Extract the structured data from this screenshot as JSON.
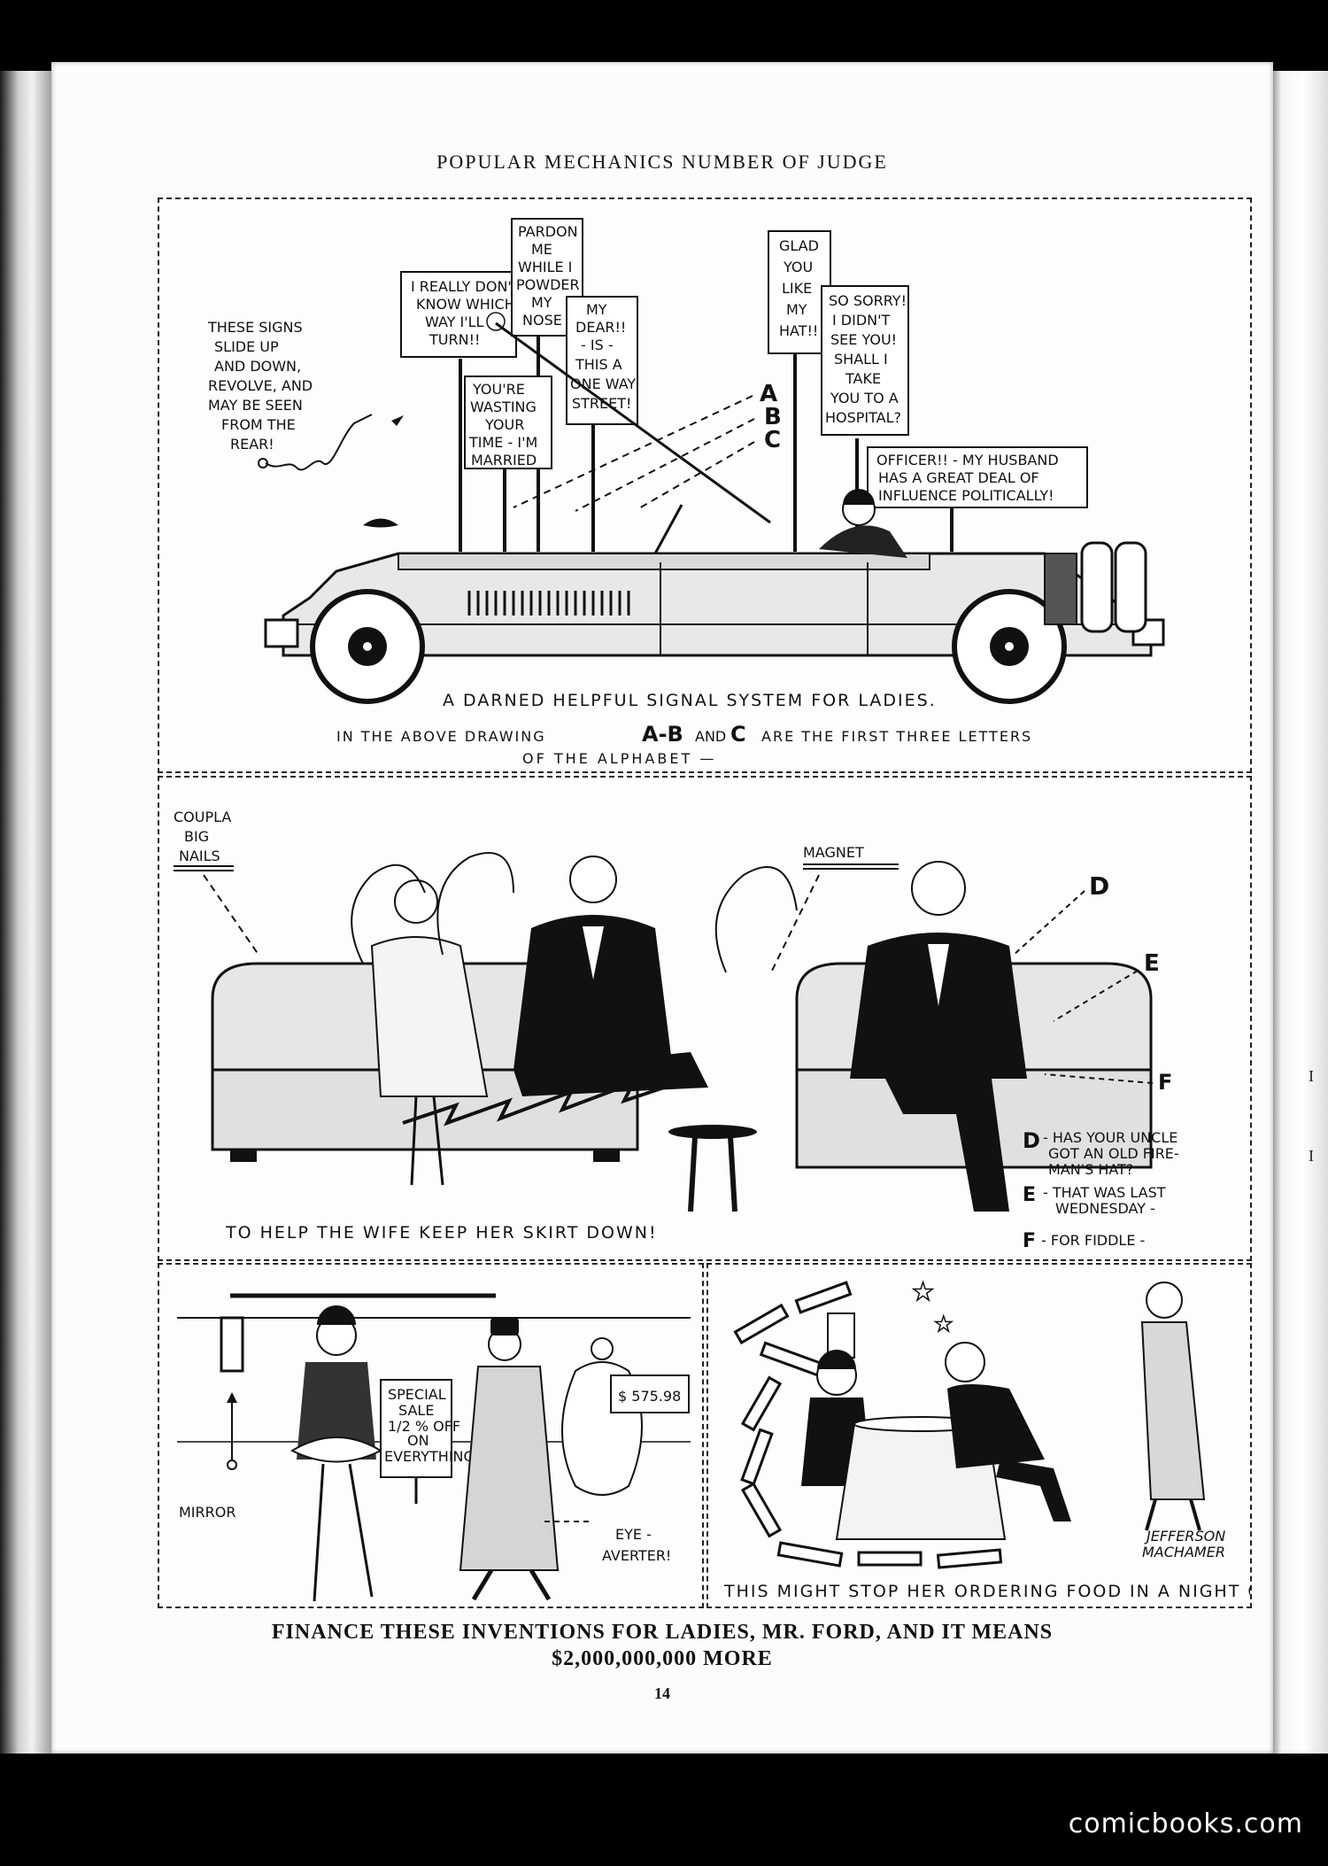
{
  "running_head": "POPULAR MECHANICS NUMBER OF JUDGE",
  "panel1": {
    "signs": [
      [
        "I REALLY DON'T",
        "KNOW WHICH",
        "WAY I'LL",
        "TURN!!"
      ],
      [
        "PARDON",
        "ME",
        "WHILE I",
        "POWDER",
        "MY",
        "NOSE"
      ],
      [
        "MY",
        "DEAR!!",
        "- IS -",
        "THIS A",
        "ONE WAY",
        "STREET!"
      ],
      [
        "YOU'RE",
        "WASTING",
        "YOUR",
        "TIME - I'M",
        "MARRIED"
      ],
      [
        "GLAD",
        "YOU",
        "LIKE",
        "MY",
        "HAT!!"
      ],
      [
        "SO SORRY!",
        "I DIDN'T",
        "SEE YOU!",
        "SHALL I",
        "TAKE",
        "YOU TO A",
        "HOSPITAL?"
      ],
      [
        "OFFICER!! - MY HUSBAND",
        "HAS A GREAT DEAL OF",
        "INFLUENCE POLITICALLY!"
      ]
    ],
    "side_note": [
      "THESE SIGNS",
      "SLIDE UP",
      "AND DOWN,",
      "REVOLVE, AND",
      "MAY BE SEEN",
      "FROM THE",
      "REAR!"
    ],
    "letters": [
      "A",
      "B",
      "C"
    ],
    "caption": "A DARNED HELPFUL SIGNAL SYSTEM FOR LADIES.",
    "sub_caption_1_a": "IN THE ABOVE DRAWING",
    "sub_caption_1_b": "A-B",
    "sub_caption_1_c": "AND",
    "sub_caption_1_d": "C",
    "sub_caption_1_e": "ARE THE FIRST THREE LETTERS",
    "sub_caption_2": "OF THE ALPHABET —"
  },
  "panel2": {
    "label_nails": [
      "COUPLA",
      "BIG",
      "NAILS"
    ],
    "label_magnet": "MAGNET",
    "label_d": "D",
    "label_e": "E",
    "label_f": "F",
    "legend": [
      [
        "D",
        "- HAS YOUR UNCLE",
        "GOT AN OLD FIRE-",
        "MAN'S HAT?"
      ],
      [
        "E",
        "- THAT WAS LAST",
        "WEDNESDAY -"
      ],
      [
        "F",
        "- FOR FIDDLE -"
      ]
    ],
    "caption": "TO HELP THE WIFE KEEP HER SKIRT DOWN!"
  },
  "panel3": {
    "label_mirror": "MIRROR",
    "label_averter": [
      "EYE -",
      "AVERTER!"
    ],
    "sale_sign": [
      "SPECIAL",
      "SALE",
      "1/2 % OFF",
      "ON",
      "EVERYTHING"
    ],
    "price_tag": "$ 575.98"
  },
  "panel4": {
    "caption": "THIS MIGHT STOP HER ORDERING FOOD IN A NIGHT CLUB!!",
    "signature": [
      "JEFFERSON",
      "MACHAMER"
    ]
  },
  "finance_line_1": "FINANCE THESE INVENTIONS FOR LADIES, MR. FORD, AND IT MEANS",
  "finance_line_2": "$2,000,000,000 MORE",
  "page_number": "14",
  "watermark": "comicbooks.com"
}
